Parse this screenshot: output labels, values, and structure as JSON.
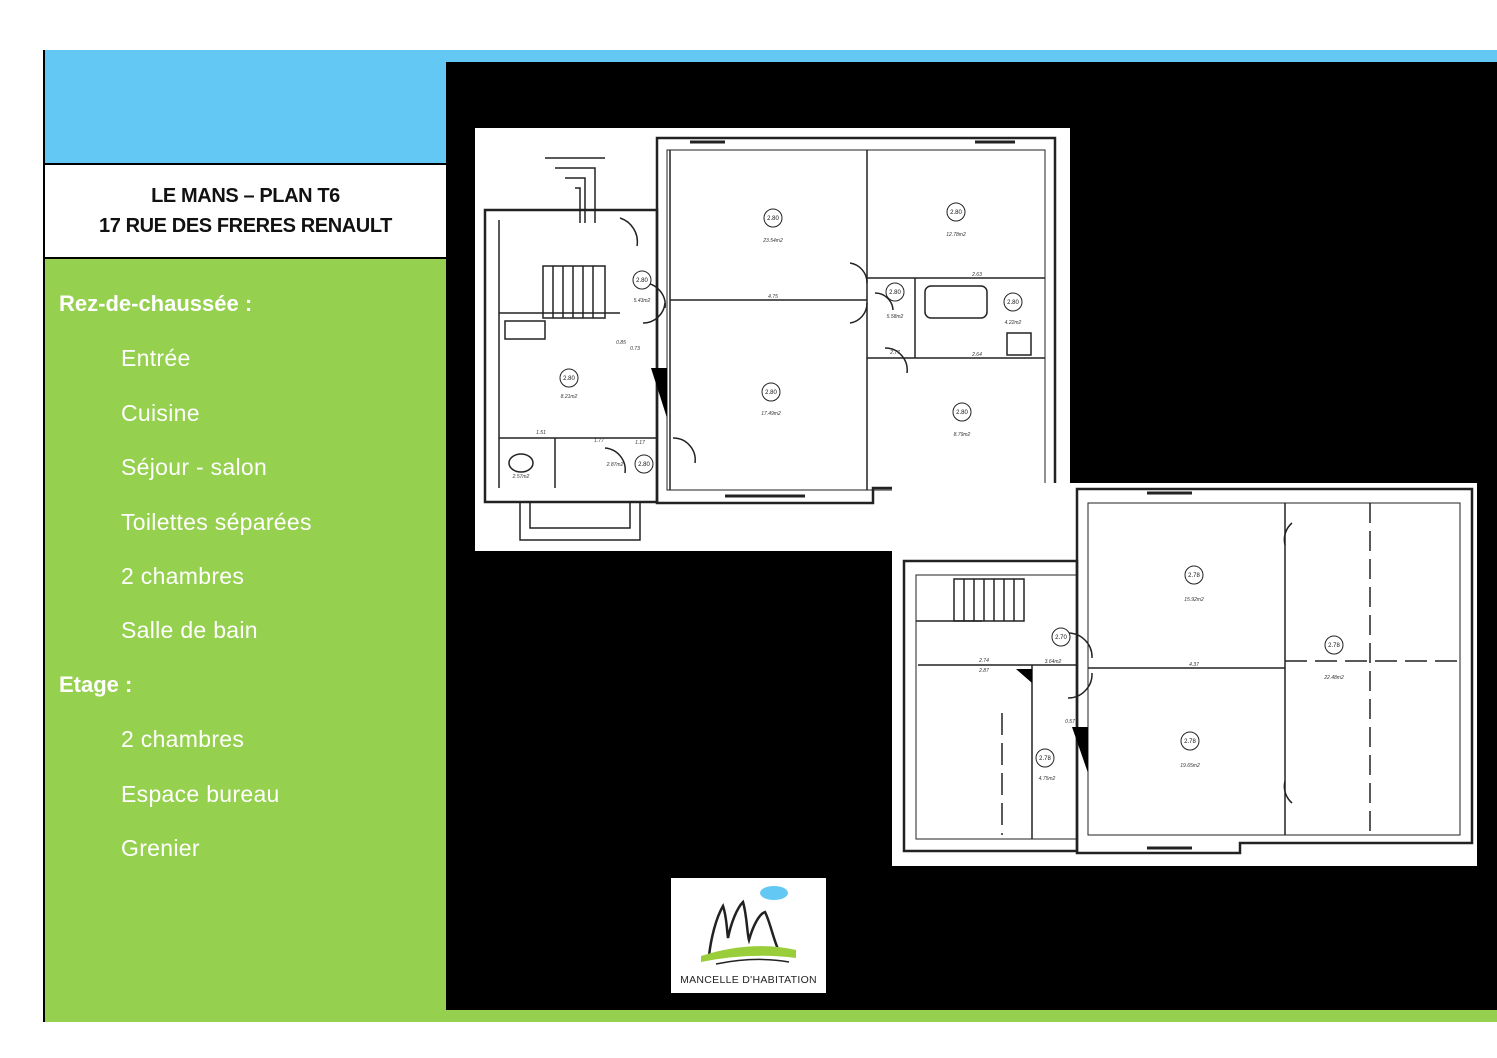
{
  "header": {
    "title_line1": "LE MANS – PLAN T6",
    "title_line2": "17 RUE DES FRERES RENAULT"
  },
  "ground_floor": {
    "heading": "Rez-de-chaussée :",
    "rooms": [
      "Entrée",
      "Cuisine",
      "Séjour - salon",
      "Toilettes séparées",
      "2 chambres",
      "Salle de bain"
    ]
  },
  "upper_floor": {
    "heading": "Etage :",
    "rooms": [
      "2 chambres",
      "Espace bureau",
      "Grenier"
    ]
  },
  "plan_ground": {
    "heights": [
      "2.80",
      "2.80",
      "2.80",
      "2.80",
      "2.80",
      "2.80",
      "2.80",
      "2.80",
      "2.80"
    ],
    "areas": [
      "23.54m2",
      "12.78m2",
      "5.43m2",
      "4.22m2",
      "5.58m2",
      "8.21m2",
      "17.49m2",
      "8.79m2",
      "2.57m2",
      "2.87m2"
    ],
    "dimensions": [
      "4.75",
      "2.63",
      "2.64",
      "2.77",
      "1.77",
      "1.51",
      "1.17",
      "0.73",
      "0.85"
    ]
  },
  "plan_upper": {
    "heights": [
      "2.78",
      "2.70",
      "2.78",
      "2.78",
      "2.78"
    ],
    "areas": [
      "15.92m2",
      "3.64m2",
      "22.48m2",
      "19.65m2",
      "4.75m2"
    ],
    "dimensions": [
      "4.37",
      "2.74",
      "2.87",
      "0.57"
    ]
  },
  "logo": {
    "brand": "MANCELLE D'HABITATION"
  },
  "colors": {
    "blue": "#63c9f4",
    "green": "#96d04f",
    "black": "#000000"
  }
}
